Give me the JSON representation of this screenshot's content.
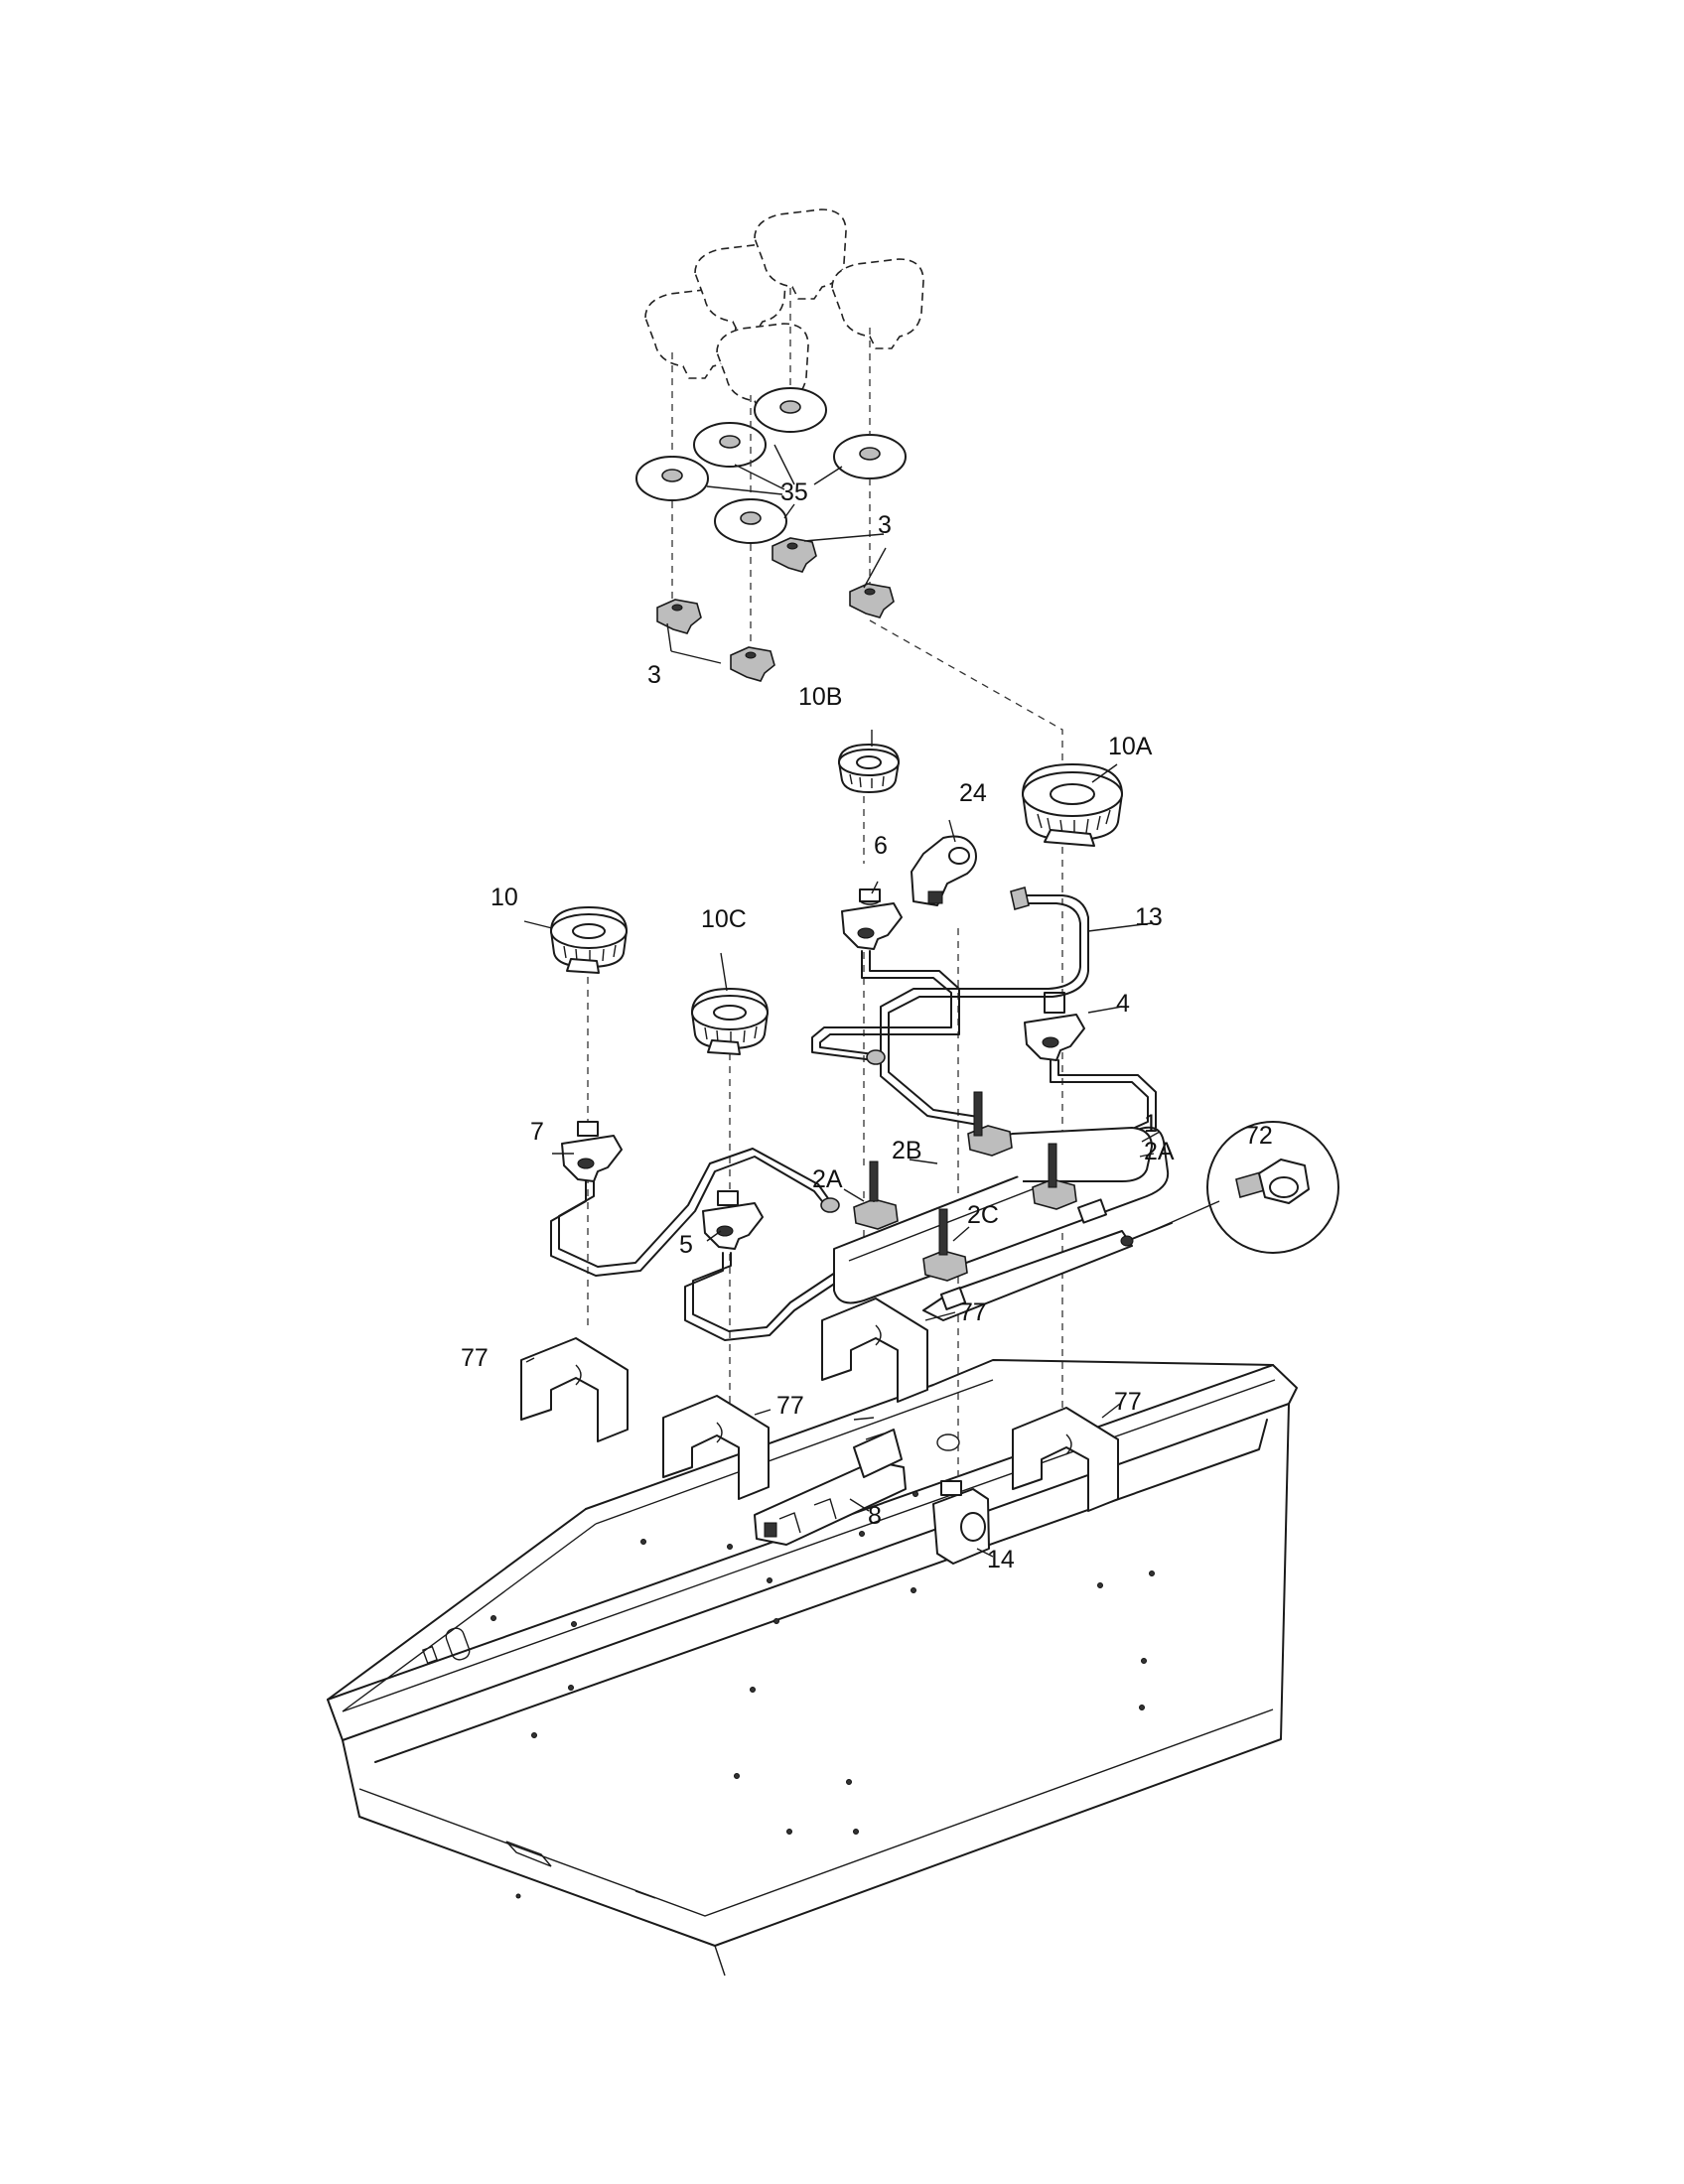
{
  "diagram": {
    "callouts": {
      "p1": "1",
      "p2A_left": "2A",
      "p2A_right": "2A",
      "p2B": "2B",
      "p2C": "2C",
      "p3_right": "3",
      "p3_left": "3",
      "p4": "4",
      "p5": "5",
      "p6": "6",
      "p7": "7",
      "p8": "8",
      "p10": "10",
      "p10A": "10A",
      "p10B": "10B",
      "p10C": "10C",
      "p13": "13",
      "p14": "14",
      "p24": "24",
      "p35": "35",
      "p72": "72",
      "p77_a": "77",
      "p77_b": "77",
      "p77_c": "77",
      "p77_d": "77"
    }
  }
}
